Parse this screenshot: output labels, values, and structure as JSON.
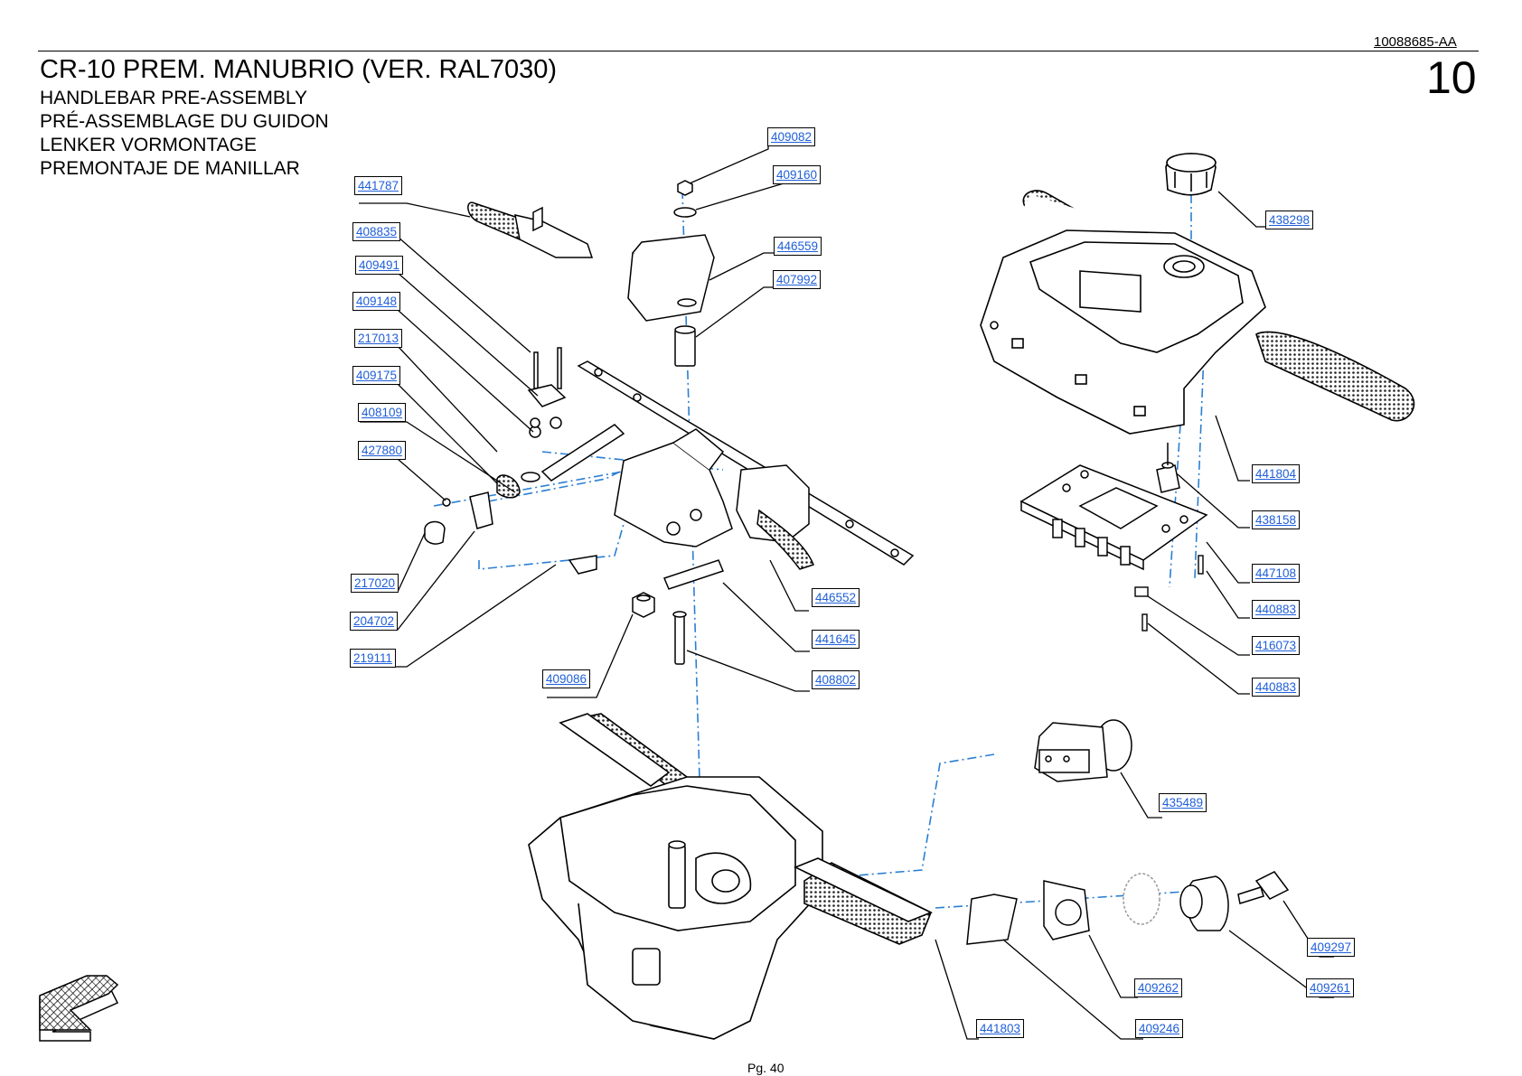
{
  "header": {
    "doc_id": "10088685-AA",
    "title": "CR-10 PREM. MANUBRIO (VER. RAL7030)",
    "subtitles": [
      "HANDLEBAR PRE-ASSEMBLY",
      "PRÉ-ASSEMBLAGE DU GUIDON",
      "LENKER VORMONTAGE",
      "PREMONTAJE DE MANILLAR"
    ],
    "page_number": "10"
  },
  "footer": {
    "page_label": "Pg. 40"
  },
  "colors": {
    "label_text": "#1f5fd8",
    "line": "#000000",
    "assembly_axis": "#2a7fd4"
  },
  "parts": [
    {
      "number": "409082"
    },
    {
      "number": "409160"
    },
    {
      "number": "441787"
    },
    {
      "number": "408835"
    },
    {
      "number": "446559"
    },
    {
      "number": "409491"
    },
    {
      "number": "407992"
    },
    {
      "number": "409148"
    },
    {
      "number": "217013"
    },
    {
      "number": "409175"
    },
    {
      "number": "408109"
    },
    {
      "number": "427880"
    },
    {
      "number": "217020"
    },
    {
      "number": "204702"
    },
    {
      "number": "219111"
    },
    {
      "number": "446552"
    },
    {
      "number": "441645"
    },
    {
      "number": "409086"
    },
    {
      "number": "408802"
    },
    {
      "number": "438298"
    },
    {
      "number": "441804"
    },
    {
      "number": "438158"
    },
    {
      "number": "447108"
    },
    {
      "number": "440883"
    },
    {
      "number": "416073"
    },
    {
      "number": "440883"
    },
    {
      "number": "435489"
    },
    {
      "number": "409297"
    },
    {
      "number": "409262"
    },
    {
      "number": "409261"
    },
    {
      "number": "441803"
    },
    {
      "number": "409246"
    }
  ]
}
